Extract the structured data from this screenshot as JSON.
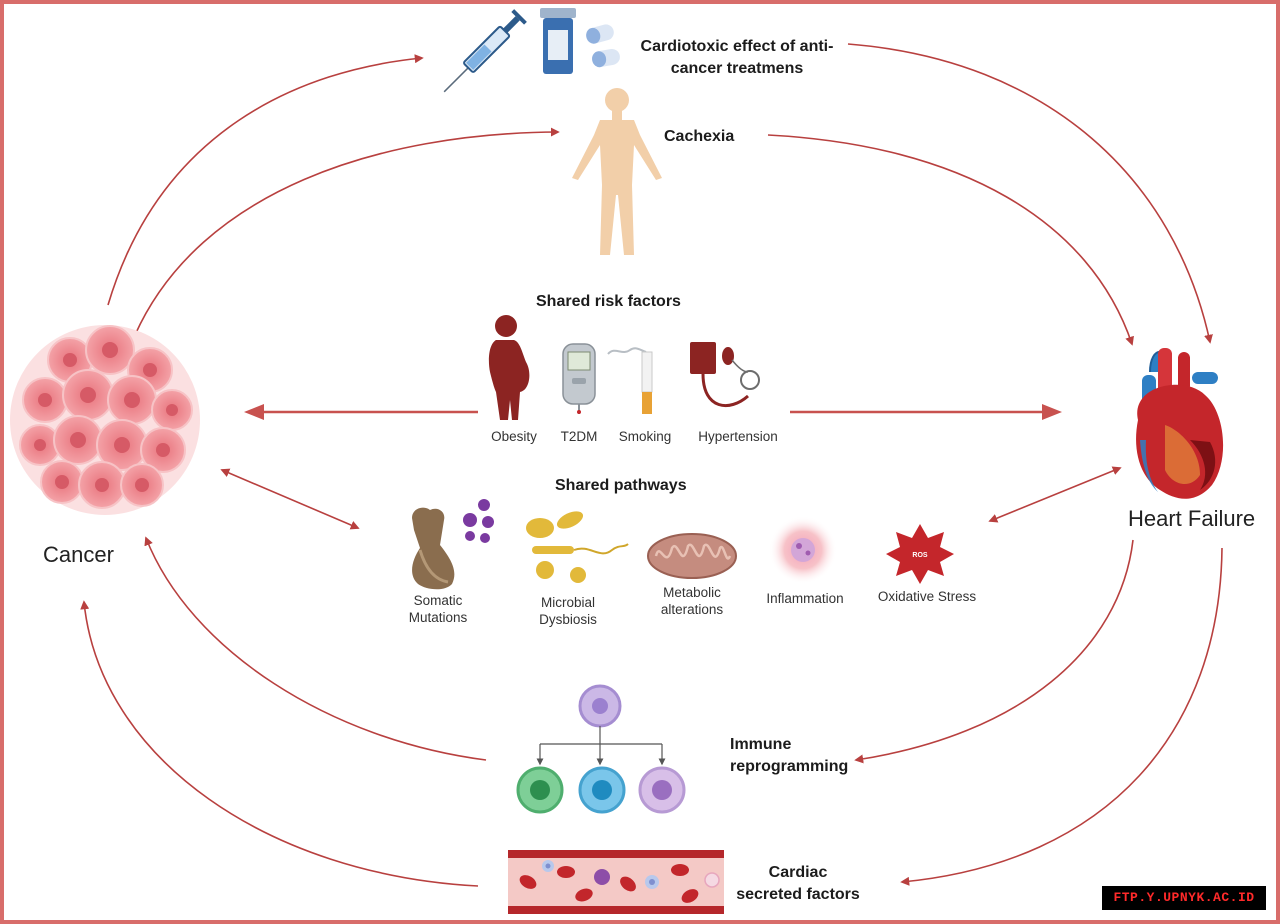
{
  "colors": {
    "arrow": "#b8403f",
    "frame": "#d86d6b",
    "cancer": "#f08d92",
    "heart": "#c4262b",
    "heart_blue": "#2e7fc4"
  },
  "nodes": {
    "cancer": "Cancer",
    "heart_failure": "Heart Failure"
  },
  "top": {
    "cardiotoxic": "Cardiotoxic effect of anti-cancer treatmens",
    "cachexia": "Cachexia"
  },
  "risk_factors": {
    "title": "Shared risk factors",
    "items": [
      "Obesity",
      "T2DM",
      "Smoking",
      "Hypertension"
    ]
  },
  "pathways": {
    "title": "Shared pathways",
    "items": [
      "Somatic Mutations",
      "Microbial Dysbiosis",
      "Metabolic alterations",
      "Inflammation",
      "Oxidative Stress"
    ],
    "ros_label": "ROS"
  },
  "bottom": {
    "immune": "Immune reprogramming",
    "cardiac": "Cardiac secreted factors"
  },
  "watermark": "FTP.Y.UPNYK.AC.ID",
  "icons": [
    "syringe-icon",
    "pill-bottle-icon",
    "capsules-icon",
    "human-body-icon",
    "pregnant-person-icon",
    "glucometer-icon",
    "cigarette-icon",
    "blood-pressure-monitor-icon",
    "bone-icon",
    "bacteria-icon",
    "mitochondria-icon",
    "inflammation-cell-icon",
    "ros-burst-icon",
    "stem-cell-icon",
    "immune-cell-icon",
    "blood-vessel-icon",
    "tumor-cells-icon",
    "heart-icon"
  ]
}
